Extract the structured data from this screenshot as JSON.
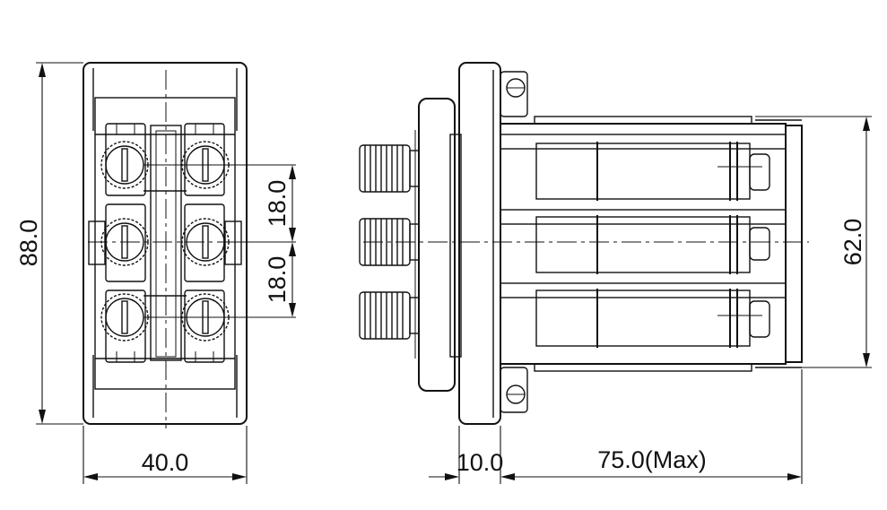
{
  "front_view": {
    "width_label": "40.0",
    "height_label": "88.0",
    "pitch_upper_label": "18.0",
    "pitch_lower_label": "18.0"
  },
  "side_view": {
    "panel_label": "10.0",
    "depth_label": "75.0(Max)",
    "height_label": "62.0"
  }
}
